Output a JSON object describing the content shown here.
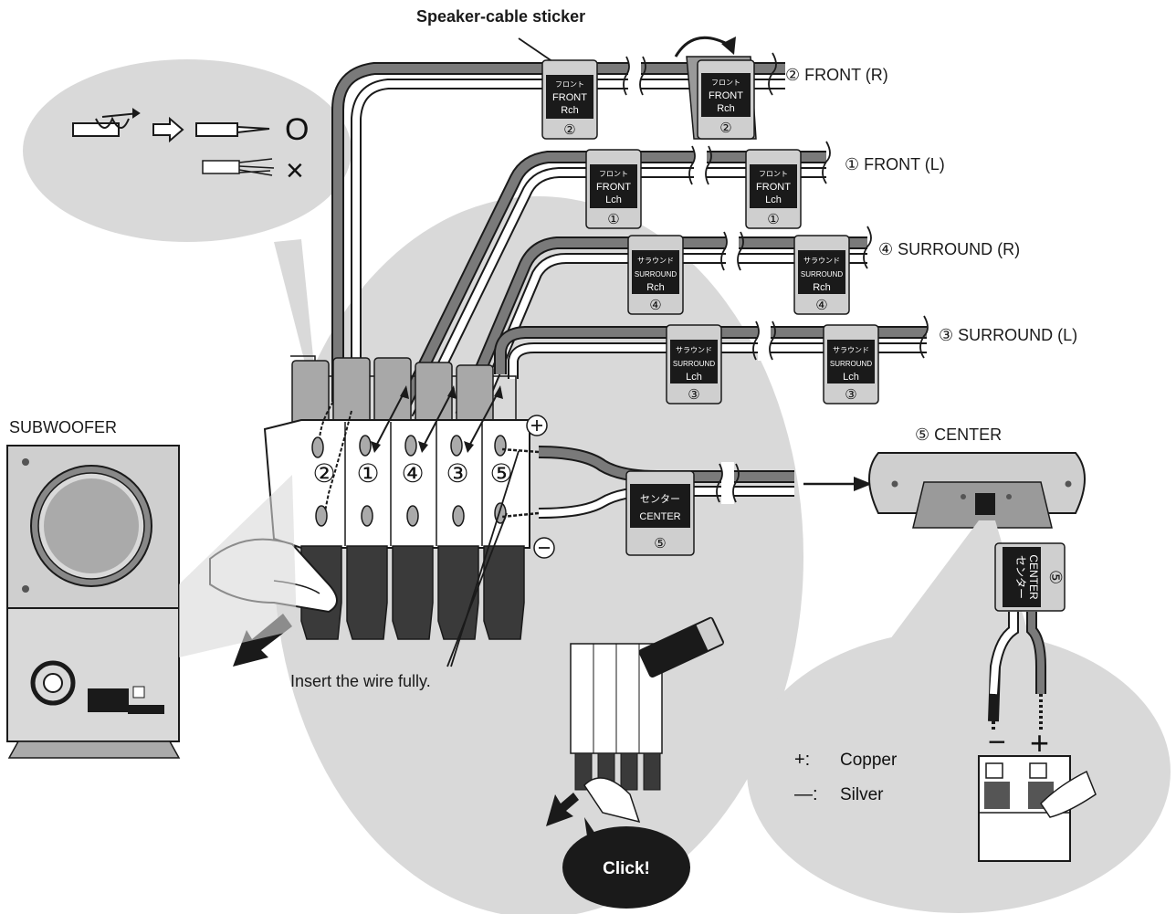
{
  "labels": {
    "sticker_title": "Speaker-cable sticker",
    "front_r": "② FRONT (R)",
    "front_l": "① FRONT (L)",
    "surround_r": "④ SURROUND (R)",
    "surround_l": "③ SURROUND (L)",
    "center": "⑤ CENTER",
    "subwoofer": "SUBWOOFER",
    "insert_wire": "Insert the wire fully.",
    "click": "Click!",
    "copper": "Copper",
    "silver": "Silver",
    "plus_sym": "+",
    "minus_sym": "−",
    "plus_colon": "+:",
    "minus_colon": "—:",
    "circle_ok": "O",
    "cross_ng": "×"
  },
  "stickers": {
    "front_r": {
      "jp": "フロント",
      "en": "FRONT",
      "ch": "Rch",
      "num": "②"
    },
    "front_l": {
      "jp": "フロント",
      "en": "FRONT",
      "ch": "Lch",
      "num": "①"
    },
    "surround_r": {
      "jp": "サラウンド",
      "en": "SURROUND",
      "ch": "Rch",
      "num": "④"
    },
    "surround_l": {
      "jp": "サラウンド",
      "en": "SURROUND",
      "ch": "Lch",
      "num": "③"
    },
    "center": {
      "jp": "センター",
      "en": "CENTER",
      "num": "⑤"
    }
  },
  "terminals": [
    "②",
    "①",
    "④",
    "③",
    "⑤"
  ],
  "colors": {
    "bubble": "#d9d9d9",
    "line": "#1a1a1a",
    "wire_dark": "#7a7a7a",
    "wire_light": "#ffffff",
    "sticker_dark": "#1a1a1a",
    "sticker_light": "#cfcfcf"
  }
}
